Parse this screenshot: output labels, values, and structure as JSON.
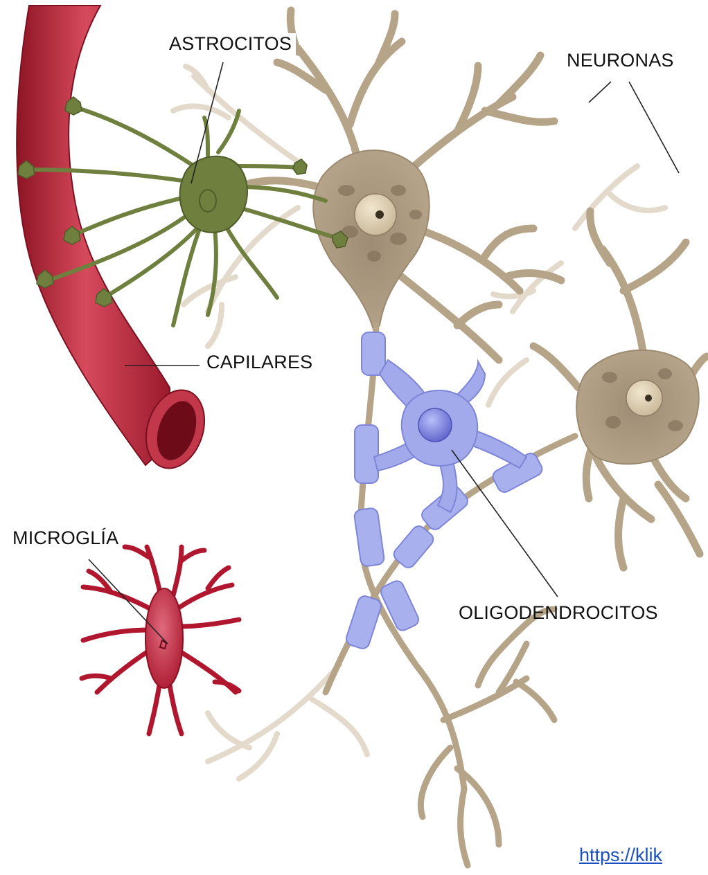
{
  "labels": {
    "astrocitos": "ASTROCITOS",
    "neuronas": "NEURONAS",
    "capilares": "CAPILARES",
    "microglia": "MICROGLÍA",
    "oligodendrocitos": "OLIGODENDROCITOS"
  },
  "source_link": "https://klik",
  "colors": {
    "capillary": "#b3243a",
    "astrocyte": "#6e7f3e",
    "neuron": "#b9a78c",
    "neuron_faded": "#e2d8c8",
    "oligodendrocyte": "#9ea6e8",
    "microglia": "#b0172e",
    "link": "#1a4fc4"
  }
}
